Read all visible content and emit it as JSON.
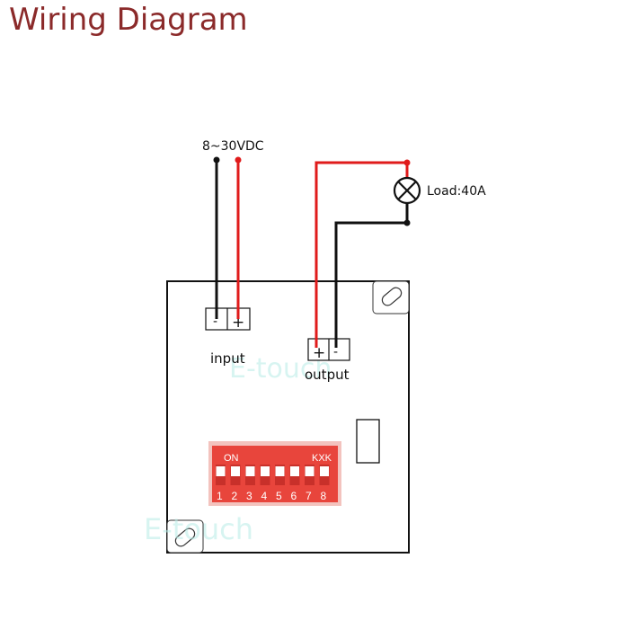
{
  "title": "Wiring Diagram",
  "supply": {
    "label": "8~30VDC"
  },
  "load": {
    "label": "Load:40A"
  },
  "input": {
    "label": "input",
    "minus": "-",
    "plus": "+"
  },
  "output": {
    "label": "output",
    "plus": "+",
    "minus": "-"
  },
  "dip_switch": {
    "on_label": "ON",
    "brand": "KXK",
    "numbers": [
      "1",
      "2",
      "3",
      "4",
      "5",
      "6",
      "7",
      "8"
    ]
  },
  "watermarks": [
    "E-touch",
    "E-touch"
  ],
  "colors": {
    "wire_positive": "#e01b1b",
    "wire_negative": "#111111",
    "title": "#8b2a2a",
    "dip_body": "#e8453c"
  }
}
